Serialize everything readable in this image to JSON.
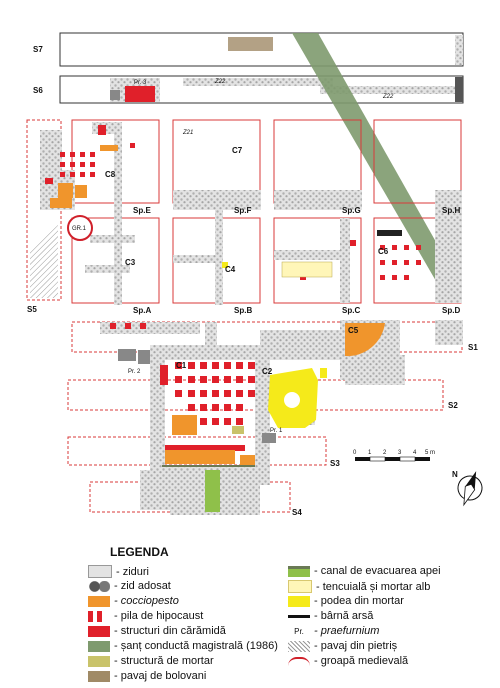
{
  "sections": {
    "top": [
      "S7",
      "S6"
    ],
    "side": [
      "S5",
      "S1",
      "S2",
      "S3",
      "S4"
    ]
  },
  "cells": [
    "C8",
    "C7",
    "C3",
    "C4",
    "C6",
    "C1",
    "C2",
    "C5"
  ],
  "squares": [
    "Sp.E",
    "Sp.F",
    "Sp.G",
    "Sp.H",
    "Sp.A",
    "Sp.B",
    "Sp.C",
    "Sp.D"
  ],
  "walls_labels": [
    "Z22",
    "Z22",
    "Z21"
  ],
  "praefurnium": [
    "Pr. 3",
    "Pr. 2",
    "Pr. 1"
  ],
  "pit": "GR.1",
  "scale": {
    "ticks": [
      "0",
      "1",
      "2",
      "3",
      "4",
      "5 m"
    ]
  },
  "legend": {
    "title": "LEGENDA",
    "left": [
      {
        "label": "- ziduri",
        "sym": "ziduri"
      },
      {
        "label": "- zid adosat",
        "sym": "zid-adosat"
      },
      {
        "label": "- cocciopesto",
        "sym": "cocciopesto",
        "italic": true
      },
      {
        "label": "- pila de hipocaust",
        "sym": "pila"
      },
      {
        "label": "- structuri din cărămidă",
        "sym": "caramida"
      },
      {
        "label": "- șanț conductă magistrală (1986)",
        "sym": "sant"
      },
      {
        "label": "- structură de mortar",
        "sym": "mortar"
      },
      {
        "label": "- pavaj de bolovani",
        "sym": "bolovani"
      }
    ],
    "right": [
      {
        "label": "- canal de evacuarea apei",
        "sym": "canal"
      },
      {
        "label": "- tencuială și mortar alb",
        "sym": "tencuiala"
      },
      {
        "label": "- podea din mortar",
        "sym": "podea"
      },
      {
        "label": "- bârnă arsă",
        "sym": "barna"
      },
      {
        "label": "- praefurnium",
        "sym": "pr",
        "italic": true,
        "prefix": "Pr."
      },
      {
        "label": "- pavaj din pietriș",
        "sym": "pietris"
      },
      {
        "label": "- groapă medievală",
        "sym": "groapa"
      }
    ]
  },
  "colors": {
    "wall": "#c9c9c9",
    "brick": "#e0202a",
    "cocciopesto": "#f0952c",
    "mortar_floor": "#f5ea1a",
    "plaster": "#fff6b8",
    "trench": "#7e9a6e",
    "canal": "#8fc04a",
    "boulder": "#a08a66",
    "gravel": "#e6e6e6",
    "grid": "#d83a3a"
  },
  "compass": "N"
}
